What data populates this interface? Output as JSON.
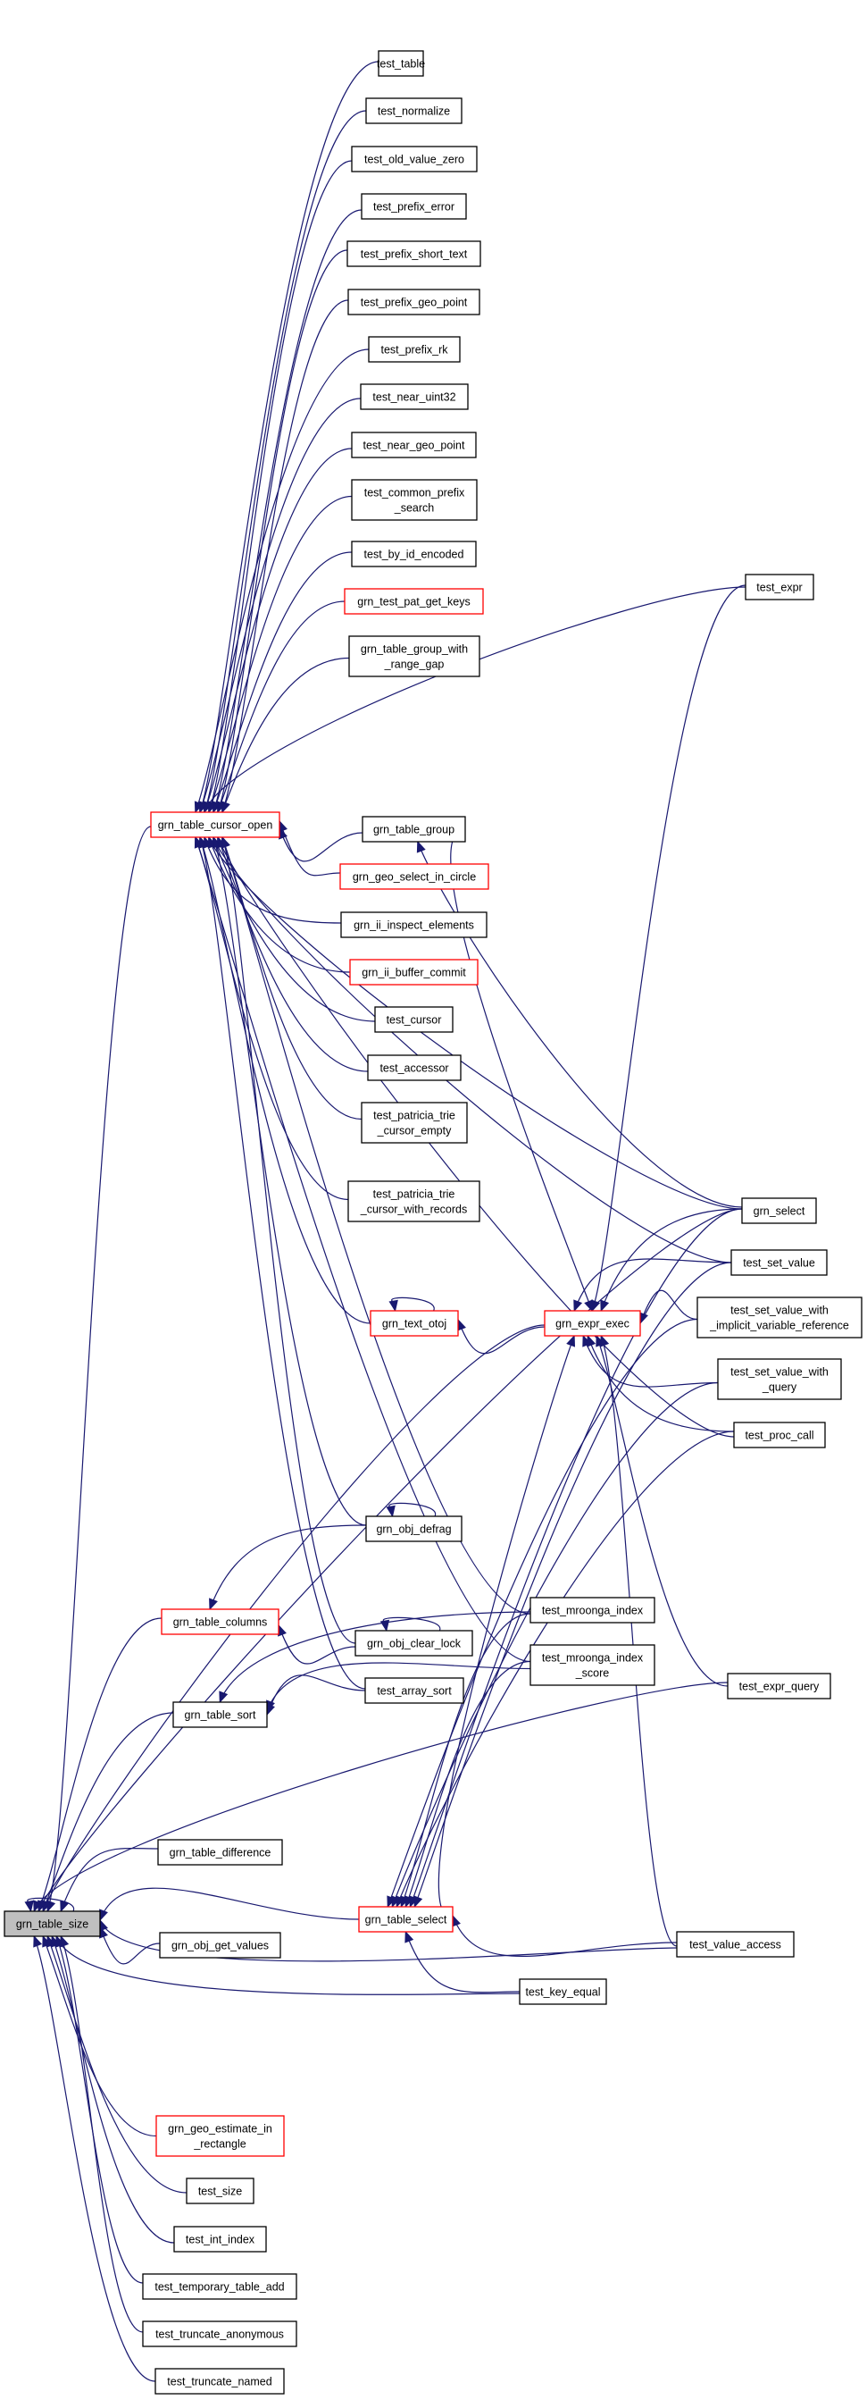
{
  "title": "grn_table_size caller graph",
  "colors": {
    "edge": "#191970",
    "root_fill": "#bfbfbf",
    "undocumented_border": "#ff0000",
    "node_border": "#000000"
  },
  "nodes": [
    {
      "id": "grn_table_size",
      "lines": [
        "grn_table_size"
      ],
      "style": "root"
    },
    {
      "id": "grn_table_cursor_open",
      "lines": [
        "grn_table_cursor_open"
      ],
      "style": "red"
    },
    {
      "id": "test_table",
      "lines": [
        "test_table"
      ],
      "style": "normal"
    },
    {
      "id": "test_normalize",
      "lines": [
        "test_normalize"
      ],
      "style": "normal"
    },
    {
      "id": "test_old_value_zero",
      "lines": [
        "test_old_value_zero"
      ],
      "style": "normal"
    },
    {
      "id": "test_prefix_error",
      "lines": [
        "test_prefix_error"
      ],
      "style": "normal"
    },
    {
      "id": "test_prefix_short_text",
      "lines": [
        "test_prefix_short_text"
      ],
      "style": "normal"
    },
    {
      "id": "test_prefix_geo_point",
      "lines": [
        "test_prefix_geo_point"
      ],
      "style": "normal"
    },
    {
      "id": "test_prefix_rk",
      "lines": [
        "test_prefix_rk"
      ],
      "style": "normal"
    },
    {
      "id": "test_near_uint32",
      "lines": [
        "test_near_uint32"
      ],
      "style": "normal"
    },
    {
      "id": "test_near_geo_point",
      "lines": [
        "test_near_geo_point"
      ],
      "style": "normal"
    },
    {
      "id": "test_common_prefix_search",
      "lines": [
        "test_common_prefix",
        "_search"
      ],
      "style": "normal"
    },
    {
      "id": "test_by_id_encoded",
      "lines": [
        "test_by_id_encoded"
      ],
      "style": "normal"
    },
    {
      "id": "grn_test_pat_get_keys",
      "lines": [
        "grn_test_pat_get_keys"
      ],
      "style": "red"
    },
    {
      "id": "grn_table_group_with_range_gap",
      "lines": [
        "grn_table_group_with",
        "_range_gap"
      ],
      "style": "normal"
    },
    {
      "id": "grn_table_group",
      "lines": [
        "grn_table_group"
      ],
      "style": "normal"
    },
    {
      "id": "grn_geo_select_in_circle",
      "lines": [
        "grn_geo_select_in_circle"
      ],
      "style": "red"
    },
    {
      "id": "grn_ii_inspect_elements",
      "lines": [
        "grn_ii_inspect_elements"
      ],
      "style": "normal"
    },
    {
      "id": "grn_ii_buffer_commit",
      "lines": [
        "grn_ii_buffer_commit"
      ],
      "style": "red"
    },
    {
      "id": "test_cursor",
      "lines": [
        "test_cursor"
      ],
      "style": "normal"
    },
    {
      "id": "test_accessor",
      "lines": [
        "test_accessor"
      ],
      "style": "normal"
    },
    {
      "id": "test_patricia_trie_cursor_empty",
      "lines": [
        "test_patricia_trie",
        "_cursor_empty"
      ],
      "style": "normal"
    },
    {
      "id": "test_patricia_trie_cursor_with_records",
      "lines": [
        "test_patricia_trie",
        "_cursor_with_records"
      ],
      "style": "normal"
    },
    {
      "id": "grn_text_otoj",
      "lines": [
        "grn_text_otoj"
      ],
      "style": "red"
    },
    {
      "id": "grn_expr_exec",
      "lines": [
        "grn_expr_exec"
      ],
      "style": "red"
    },
    {
      "id": "grn_obj_defrag",
      "lines": [
        "grn_obj_defrag"
      ],
      "style": "normal"
    },
    {
      "id": "grn_table_columns",
      "lines": [
        "grn_table_columns"
      ],
      "style": "red"
    },
    {
      "id": "grn_obj_clear_lock",
      "lines": [
        "grn_obj_clear_lock"
      ],
      "style": "normal"
    },
    {
      "id": "test_array_sort",
      "lines": [
        "test_array_sort"
      ],
      "style": "normal"
    },
    {
      "id": "grn_table_sort",
      "lines": [
        "grn_table_sort"
      ],
      "style": "normal"
    },
    {
      "id": "test_mroonga_index",
      "lines": [
        "test_mroonga_index"
      ],
      "style": "normal"
    },
    {
      "id": "test_mroonga_index_score",
      "lines": [
        "test_mroonga_index",
        "_score"
      ],
      "style": "normal"
    },
    {
      "id": "grn_table_difference",
      "lines": [
        "grn_table_difference"
      ],
      "style": "normal"
    },
    {
      "id": "grn_table_select",
      "lines": [
        "grn_table_select"
      ],
      "style": "red"
    },
    {
      "id": "grn_obj_get_values",
      "lines": [
        "grn_obj_get_values"
      ],
      "style": "normal"
    },
    {
      "id": "test_key_equal",
      "lines": [
        "test_key_equal"
      ],
      "style": "normal"
    },
    {
      "id": "grn_geo_estimate_in_rectangle",
      "lines": [
        "grn_geo_estimate_in",
        "_rectangle"
      ],
      "style": "red"
    },
    {
      "id": "test_size",
      "lines": [
        "test_size"
      ],
      "style": "normal"
    },
    {
      "id": "test_int_index",
      "lines": [
        "test_int_index"
      ],
      "style": "normal"
    },
    {
      "id": "test_temporary_table_add",
      "lines": [
        "test_temporary_table_add"
      ],
      "style": "normal"
    },
    {
      "id": "test_truncate_anonymous",
      "lines": [
        "test_truncate_anonymous"
      ],
      "style": "normal"
    },
    {
      "id": "test_truncate_named",
      "lines": [
        "test_truncate_named"
      ],
      "style": "normal"
    },
    {
      "id": "test_expr",
      "lines": [
        "test_expr"
      ],
      "style": "normal"
    },
    {
      "id": "grn_select",
      "lines": [
        "grn_select"
      ],
      "style": "normal"
    },
    {
      "id": "test_set_value",
      "lines": [
        "test_set_value"
      ],
      "style": "normal"
    },
    {
      "id": "test_set_value_with_implicit_variable_reference",
      "lines": [
        "test_set_value_with",
        "_implicit_variable_reference"
      ],
      "style": "normal"
    },
    {
      "id": "test_set_value_with_query",
      "lines": [
        "test_set_value_with",
        "_query"
      ],
      "style": "normal"
    },
    {
      "id": "test_proc_call",
      "lines": [
        "test_proc_call"
      ],
      "style": "normal"
    },
    {
      "id": "test_expr_query",
      "lines": [
        "test_expr_query"
      ],
      "style": "normal"
    },
    {
      "id": "test_value_access",
      "lines": [
        "test_value_access"
      ],
      "style": "normal"
    }
  ],
  "edges": [
    [
      "grn_table_size",
      "grn_table_size"
    ],
    [
      "test_table",
      "grn_table_cursor_open"
    ],
    [
      "test_normalize",
      "grn_table_cursor_open"
    ],
    [
      "test_old_value_zero",
      "grn_table_cursor_open"
    ],
    [
      "test_prefix_error",
      "grn_table_cursor_open"
    ],
    [
      "test_prefix_short_text",
      "grn_table_cursor_open"
    ],
    [
      "test_prefix_geo_point",
      "grn_table_cursor_open"
    ],
    [
      "test_prefix_rk",
      "grn_table_cursor_open"
    ],
    [
      "test_near_uint32",
      "grn_table_cursor_open"
    ],
    [
      "test_near_geo_point",
      "grn_table_cursor_open"
    ],
    [
      "test_common_prefix_search",
      "grn_table_cursor_open"
    ],
    [
      "test_by_id_encoded",
      "grn_table_cursor_open"
    ],
    [
      "grn_test_pat_get_keys",
      "grn_table_cursor_open"
    ],
    [
      "grn_table_group_with_range_gap",
      "grn_table_cursor_open"
    ],
    [
      "grn_table_group",
      "grn_table_cursor_open"
    ],
    [
      "grn_geo_select_in_circle",
      "grn_table_cursor_open"
    ],
    [
      "grn_ii_inspect_elements",
      "grn_table_cursor_open"
    ],
    [
      "grn_ii_buffer_commit",
      "grn_table_cursor_open"
    ],
    [
      "test_cursor",
      "grn_table_cursor_open"
    ],
    [
      "test_accessor",
      "grn_table_cursor_open"
    ],
    [
      "test_patricia_trie_cursor_empty",
      "grn_table_cursor_open"
    ],
    [
      "test_patricia_trie_cursor_with_records",
      "grn_table_cursor_open"
    ],
    [
      "grn_text_otoj",
      "grn_table_cursor_open"
    ],
    [
      "grn_text_otoj",
      "grn_text_otoj"
    ],
    [
      "grn_expr_exec",
      "grn_text_otoj"
    ],
    [
      "grn_obj_defrag",
      "grn_table_cursor_open"
    ],
    [
      "grn_obj_defrag",
      "grn_obj_defrag"
    ],
    [
      "grn_obj_clear_lock",
      "grn_table_cursor_open"
    ],
    [
      "grn_obj_clear_lock",
      "grn_obj_clear_lock"
    ],
    [
      "grn_obj_clear_lock",
      "grn_table_columns"
    ],
    [
      "grn_obj_defrag",
      "grn_table_columns"
    ],
    [
      "grn_select",
      "grn_table_cursor_open"
    ],
    [
      "test_set_value",
      "grn_table_cursor_open"
    ],
    [
      "test_proc_call",
      "grn_table_cursor_open"
    ],
    [
      "test_mroonga_index",
      "grn_table_cursor_open"
    ],
    [
      "test_mroonga_index_score",
      "grn_table_cursor_open"
    ],
    [
      "test_array_sort",
      "grn_table_cursor_open"
    ],
    [
      "test_expr",
      "grn_table_cursor_open"
    ],
    [
      "grn_table_cursor_open",
      "grn_table_size"
    ],
    [
      "grn_table_group",
      "grn_expr_exec"
    ],
    [
      "grn_select",
      "grn_table_group"
    ],
    [
      "grn_select",
      "grn_expr_exec"
    ],
    [
      "test_set_value",
      "grn_expr_exec"
    ],
    [
      "test_set_value_with_implicit_variable_reference",
      "grn_expr_exec"
    ],
    [
      "test_set_value_with_query",
      "grn_expr_exec"
    ],
    [
      "test_proc_call",
      "grn_expr_exec"
    ],
    [
      "test_expr",
      "grn_expr_exec"
    ],
    [
      "test_expr_query",
      "grn_expr_exec"
    ],
    [
      "test_value_access",
      "grn_expr_exec"
    ],
    [
      "grn_table_select",
      "grn_expr_exec"
    ],
    [
      "grn_table_columns",
      "grn_table_size"
    ],
    [
      "grn_table_sort",
      "grn_table_size"
    ],
    [
      "test_array_sort",
      "grn_table_sort"
    ],
    [
      "test_mroonga_index",
      "grn_table_sort"
    ],
    [
      "test_mroonga_index_score",
      "grn_table_sort"
    ],
    [
      "grn_table_difference",
      "grn_table_size"
    ],
    [
      "grn_obj_get_values",
      "grn_table_size"
    ],
    [
      "grn_table_select",
      "grn_table_size"
    ],
    [
      "grn_expr_exec",
      "grn_table_size"
    ],
    [
      "test_mroonga_index",
      "grn_table_select"
    ],
    [
      "test_mroonga_index_score",
      "grn_table_select"
    ],
    [
      "grn_select",
      "grn_table_select"
    ],
    [
      "test_set_value",
      "grn_table_select"
    ],
    [
      "test_set_value_with_implicit_variable_reference",
      "grn_table_select"
    ],
    [
      "test_set_value_with_query",
      "grn_table_select"
    ],
    [
      "test_proc_call",
      "grn_table_select"
    ],
    [
      "test_value_access",
      "grn_table_select"
    ],
    [
      "test_key_equal",
      "grn_table_select"
    ],
    [
      "test_key_equal",
      "grn_table_size"
    ],
    [
      "test_value_access",
      "grn_table_size"
    ],
    [
      "test_expr_query",
      "grn_table_size"
    ],
    [
      "grn_select",
      "grn_table_size"
    ],
    [
      "grn_geo_estimate_in_rectangle",
      "grn_table_size"
    ],
    [
      "test_size",
      "grn_table_size"
    ],
    [
      "test_int_index",
      "grn_table_size"
    ],
    [
      "test_temporary_table_add",
      "grn_table_size"
    ],
    [
      "test_truncate_anonymous",
      "grn_table_size"
    ],
    [
      "test_truncate_named",
      "grn_table_size"
    ]
  ]
}
